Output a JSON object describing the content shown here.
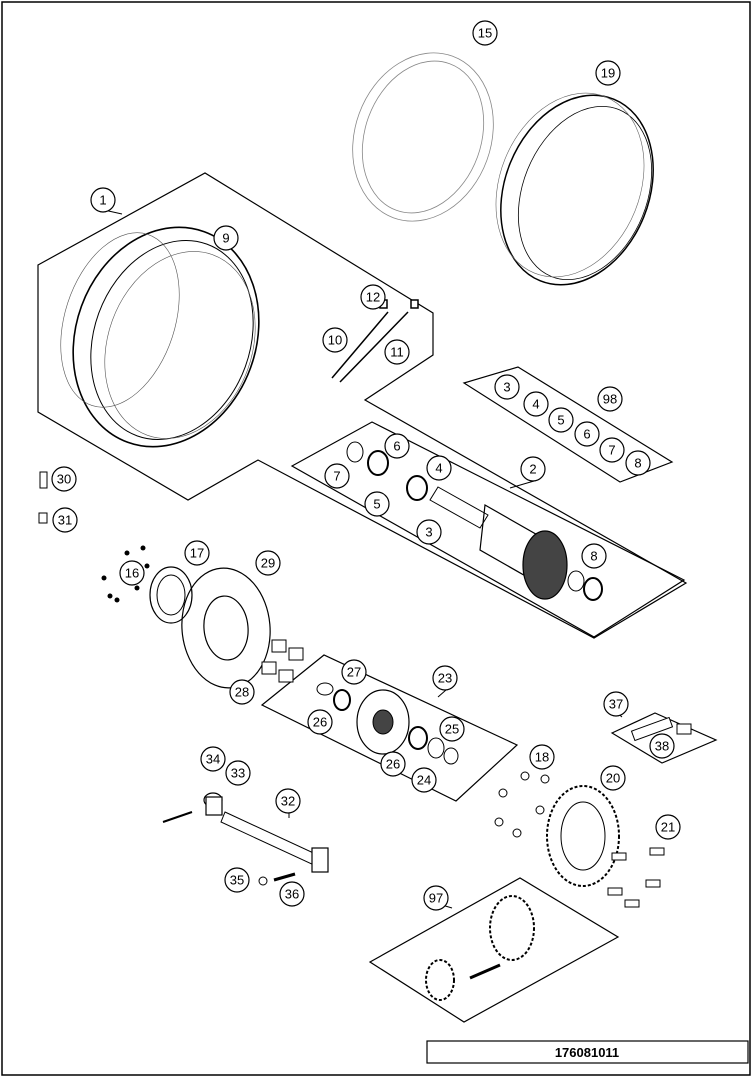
{
  "drawing_number": "176081011",
  "callouts": [
    {
      "label": "1"
    },
    {
      "label": "2"
    },
    {
      "label": "3"
    },
    {
      "label": "4"
    },
    {
      "label": "5"
    },
    {
      "label": "6"
    },
    {
      "label": "7"
    },
    {
      "label": "8"
    },
    {
      "label": "9"
    },
    {
      "label": "10"
    },
    {
      "label": "11"
    },
    {
      "label": "12"
    },
    {
      "label": "15"
    },
    {
      "label": "16"
    },
    {
      "label": "17"
    },
    {
      "label": "18"
    },
    {
      "label": "19"
    },
    {
      "label": "20"
    },
    {
      "label": "21"
    },
    {
      "label": "23"
    },
    {
      "label": "24"
    },
    {
      "label": "25"
    },
    {
      "label": "26"
    },
    {
      "label": "26"
    },
    {
      "label": "27"
    },
    {
      "label": "28"
    },
    {
      "label": "29"
    },
    {
      "label": "30"
    },
    {
      "label": "31"
    },
    {
      "label": "32"
    },
    {
      "label": "33"
    },
    {
      "label": "34"
    },
    {
      "label": "35"
    },
    {
      "label": "36"
    },
    {
      "label": "37"
    },
    {
      "label": "38"
    },
    {
      "label": "97"
    },
    {
      "label": "3"
    },
    {
      "label": "4"
    },
    {
      "label": "5"
    },
    {
      "label": "6"
    },
    {
      "label": "7"
    },
    {
      "label": "8"
    },
    {
      "label": "98"
    }
  ]
}
